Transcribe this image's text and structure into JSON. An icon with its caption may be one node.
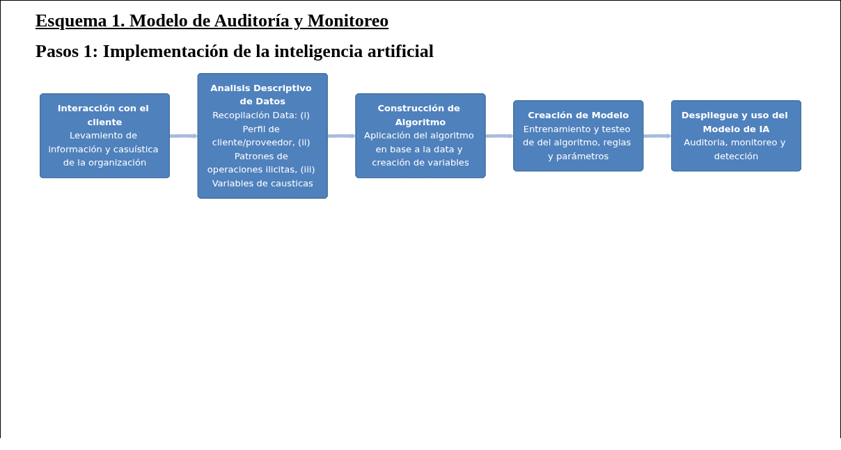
{
  "diagram": {
    "title": "Esquema 1. Modelo de Auditoría y Monitoreo",
    "nodes": [
      {
        "text": [
          "Interacción con el cliente",
          "Levamiento de información y casuística de la organización"
        ]
      },
      {
        "text": [
          "Analisis Descriptivo de Datos",
          "Recopilación Data: (i) Perfil de cliente/proveedor, (ii) Patrones de operaciones ilicitas, (iii) Variables de causticas"
        ]
      },
      {
        "text": [
          "Construcción de Algoritmo",
          "Aplicación del algoritmo en base a la data y creación de variables"
        ]
      },
      {
        "text": [
          "Creación de Modelo",
          "Entrenamiento y testeo de del algoritmo, reglas y parámetros"
        ]
      },
      {
        "text": [
          "Despliegue y uso del Modelo de IA",
          "Auditoria, monitoreo y detección"
        ]
      }
    ],
    "edges": [
      {
        "from": 0,
        "to": 1,
        "arrow": "to"
      },
      {
        "from": 1,
        "to": 2,
        "arrow": "to"
      },
      {
        "from": 2,
        "to": 3,
        "arrow": "to"
      },
      {
        "from": 3,
        "to": 4,
        "arrow": "to"
      }
    ],
    "labels": [
      "Pasos 1: Implementación de la inteligencia artificial"
    ]
  }
}
